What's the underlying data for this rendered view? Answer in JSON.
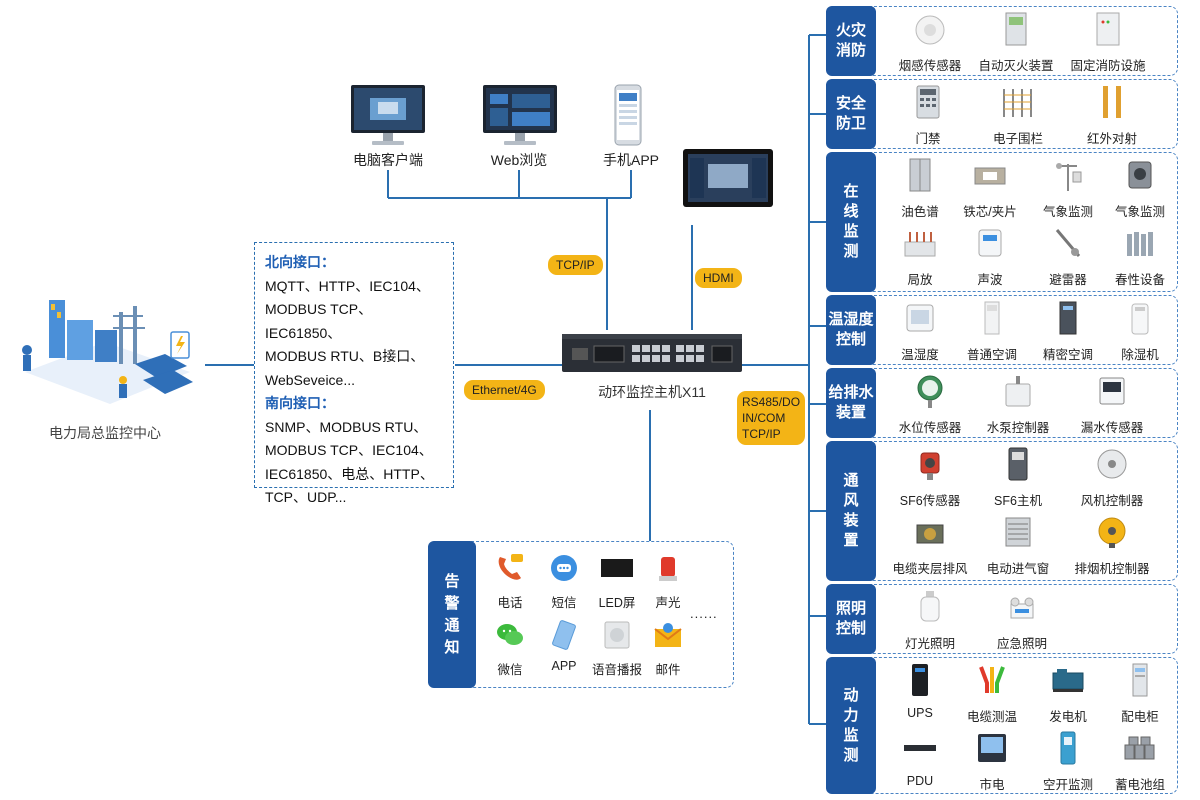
{
  "left": {
    "center_label": "电力局总监控中心"
  },
  "clients": {
    "pc": "电脑客户端",
    "web": "Web浏览",
    "app": "手机APP"
  },
  "links": {
    "tcpip": "TCP/IP",
    "hdmi": "HDMI",
    "ethernet": "Ethernet/4G",
    "rs485_l1": "RS485/DO",
    "rs485_l2": "IN/COM",
    "rs485_l3": "TCP/IP"
  },
  "host": {
    "label": "动环监控主机X11"
  },
  "interfaces": {
    "north_title": "北向接口：",
    "north_lines": [
      "MQTT、HTTP、IEC104、",
      "MODBUS TCP、IEC61850、",
      "MODBUS RTU、B接口、",
      "WebSeveice..."
    ],
    "south_title": "南向接口：",
    "south_lines": [
      "SNMP、MODBUS RTU、",
      "MODBUS TCP、IEC104、",
      "IEC61850、电总、HTTP、",
      "TCP、UDP..."
    ]
  },
  "categories": {
    "fire": {
      "title": [
        "火灾",
        "消防"
      ],
      "items": [
        "烟感传感器",
        "自动灭火装置",
        "固定消防设施"
      ]
    },
    "security": {
      "title": [
        "安全",
        "防卫"
      ],
      "items": [
        "门禁",
        "电子围栏",
        "红外对射"
      ]
    },
    "online": {
      "title": [
        "在",
        "线",
        "监",
        "测"
      ],
      "items": [
        "油色谱",
        "铁芯/夹片",
        "气象监测",
        "气象监测",
        "局放",
        "声波",
        "避雷器",
        "春性设备"
      ]
    },
    "temp": {
      "title": [
        "温湿度",
        "控制"
      ],
      "items": [
        "温湿度",
        "普通空调",
        "精密空调",
        "除湿机"
      ]
    },
    "water": {
      "title": [
        "给排水",
        "装置"
      ],
      "items": [
        "水位传感器",
        "水泵控制器",
        "漏水传感器"
      ]
    },
    "vent": {
      "title": [
        "通",
        "风",
        "装",
        "置"
      ],
      "items": [
        "SF6传感器",
        "SF6主机",
        "风机控制器",
        "电缆夹层排风",
        "电动进气窗",
        "排烟机控制器"
      ]
    },
    "light": {
      "title": [
        "照明",
        "控制"
      ],
      "items": [
        "灯光照明",
        "应急照明"
      ]
    },
    "power": {
      "title": [
        "动",
        "力",
        "监",
        "测"
      ],
      "items": [
        "UPS",
        "电缆测温",
        "发电机",
        "配电柜",
        "PDU",
        "市电",
        "空开监测",
        "蓄电池组"
      ]
    }
  },
  "alarm": {
    "title": [
      "告",
      "警",
      "通",
      "知"
    ],
    "items": [
      "电话",
      "短信",
      "LED屏",
      "声光",
      "微信",
      "APP",
      "语音播报",
      "邮件"
    ],
    "more": "......"
  },
  "colors": {
    "accent": "#1e56a0",
    "pill": "#f3b416",
    "dash": "#4a84c4",
    "line": "#2a6fb0"
  }
}
